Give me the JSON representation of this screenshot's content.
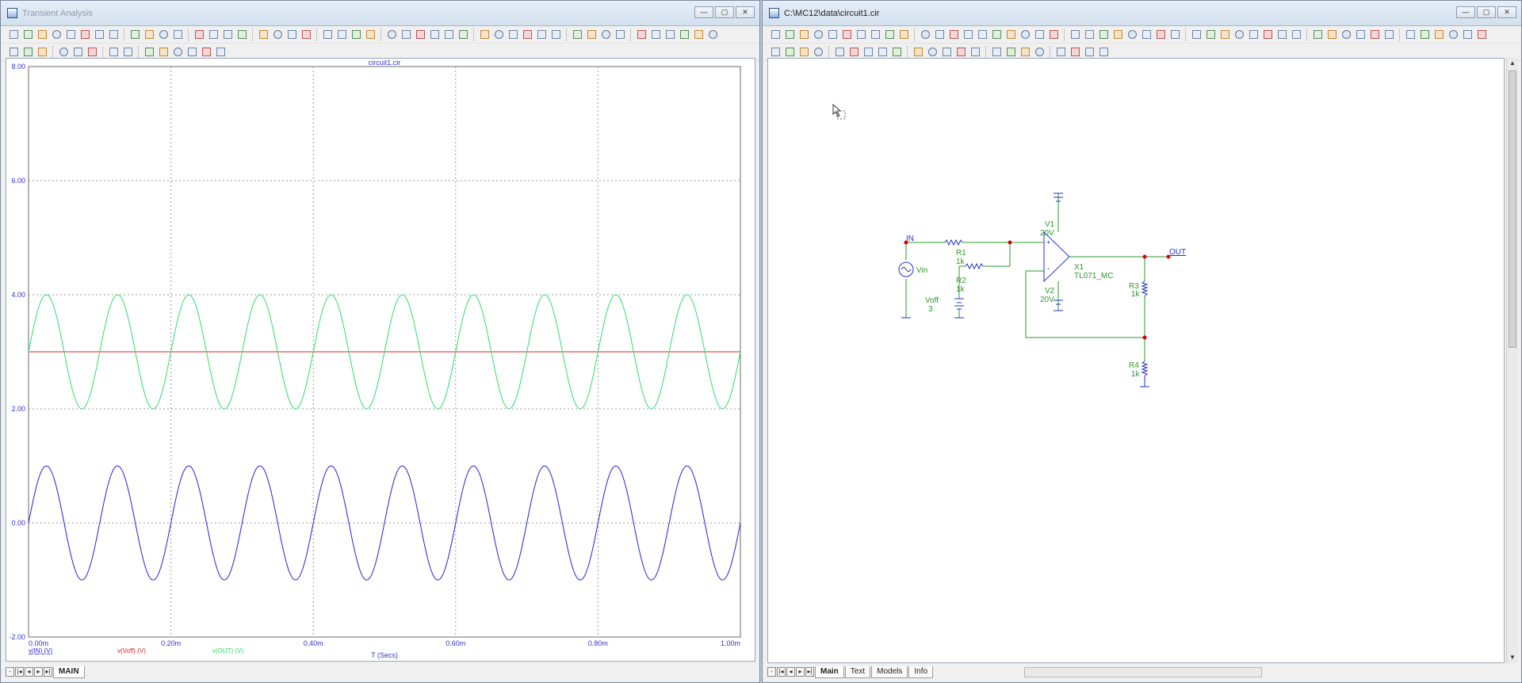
{
  "left_window": {
    "title": "Transient Analysis",
    "window_buttons": [
      "—",
      "▢",
      "✕"
    ],
    "sheet_tabs": [
      "MAIN"
    ]
  },
  "right_window": {
    "title": "C:\\MC12\\data\\circuit1.cir",
    "window_buttons": [
      "—",
      "▢",
      "✕"
    ],
    "sheet_tabs": [
      "Main",
      "Text",
      "Models",
      "Info"
    ]
  },
  "colors": {
    "grid": "#9b9b9b",
    "axis_text": "#3333cc",
    "vin": "#2222dd",
    "voff": "#dd2222",
    "vout": "#33dd66",
    "schematic_wire": "#2e9a2e",
    "schematic_part": "#2233cc",
    "node_dot": "#dd0000",
    "label_green": "#2e9a2e"
  },
  "chart_data": {
    "type": "line",
    "title": "circuit1.cir",
    "xlabel": "T (Secs)",
    "x_ticks": [
      "0.00m",
      "0.20m",
      "0.40m",
      "0.60m",
      "0.80m",
      "1.00m"
    ],
    "y_ticks": [
      "-2.00",
      "0.00",
      "2.00",
      "4.00",
      "6.00",
      "8.00"
    ],
    "xlim": [
      0,
      0.001
    ],
    "ylim": [
      -2,
      8
    ],
    "grid": true,
    "series": [
      {
        "name": "v(IN) (V)",
        "kind": "sine",
        "offset": 0,
        "amplitude": 1,
        "frequency_hz": 10000,
        "color": "#2222dd"
      },
      {
        "name": "v(Voff) (V)",
        "kind": "constant",
        "value": 3,
        "color": "#dd2222"
      },
      {
        "name": "v(OUT) (V)",
        "kind": "sine",
        "offset": 3,
        "amplitude": 1,
        "frequency_hz": 10000,
        "color": "#33dd66"
      }
    ]
  },
  "schematic": {
    "node_labels": [
      "IN",
      "OUT"
    ],
    "components": [
      {
        "ref": "Vin",
        "value": ""
      },
      {
        "ref": "R1",
        "value": "1k"
      },
      {
        "ref": "R2",
        "value": "1k"
      },
      {
        "ref": "Voff",
        "value": "3"
      },
      {
        "ref": "V1",
        "value": "20V"
      },
      {
        "ref": "V2",
        "value": "20V"
      },
      {
        "ref": "X1",
        "value": "TL071_MC"
      },
      {
        "ref": "R3",
        "value": "1k"
      },
      {
        "ref": "R4",
        "value": "1k"
      }
    ]
  }
}
